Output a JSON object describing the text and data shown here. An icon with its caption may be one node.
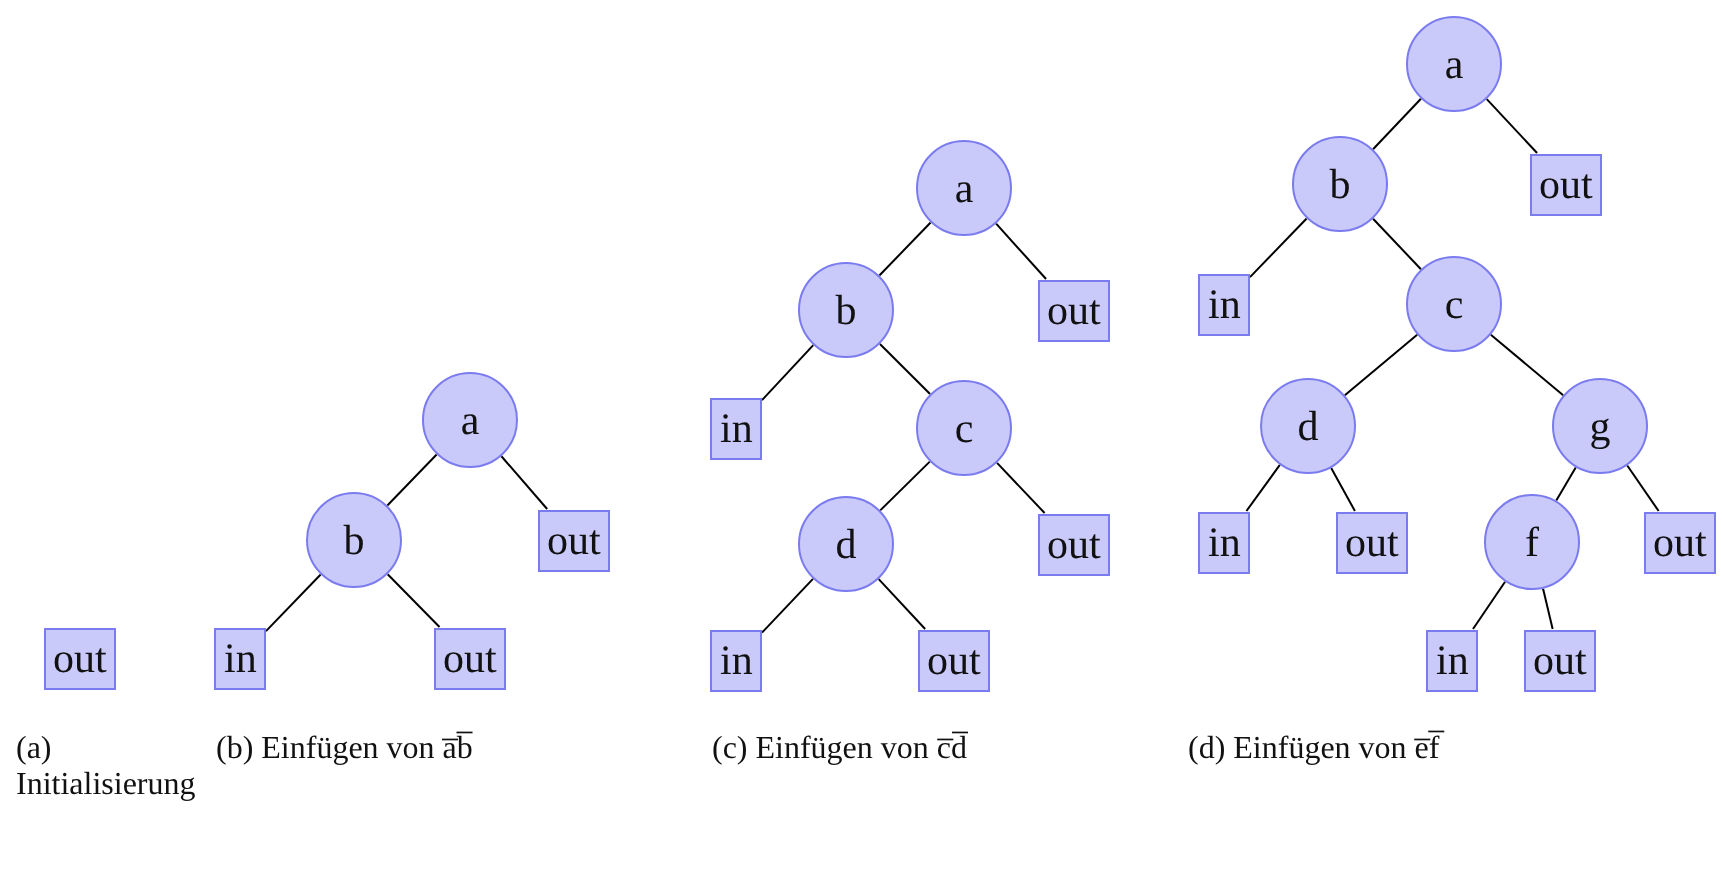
{
  "diagram": {
    "nodes": [
      {
        "text": [
          "out"
        ]
      },
      {
        "text": [
          "a"
        ]
      },
      {
        "text": [
          "b"
        ]
      },
      {
        "text": [
          "out"
        ]
      },
      {
        "text": [
          "in"
        ]
      },
      {
        "text": [
          "out"
        ]
      },
      {
        "text": [
          "a"
        ]
      },
      {
        "text": [
          "b"
        ]
      },
      {
        "text": [
          "out"
        ]
      },
      {
        "text": [
          "in"
        ]
      },
      {
        "text": [
          "c"
        ]
      },
      {
        "text": [
          "d"
        ]
      },
      {
        "text": [
          "out"
        ]
      },
      {
        "text": [
          "in"
        ]
      },
      {
        "text": [
          "out"
        ]
      },
      {
        "text": [
          "a"
        ]
      },
      {
        "text": [
          "b"
        ]
      },
      {
        "text": [
          "out"
        ]
      },
      {
        "text": [
          "in"
        ]
      },
      {
        "text": [
          "c"
        ]
      },
      {
        "text": [
          "d"
        ]
      },
      {
        "text": [
          "g"
        ]
      },
      {
        "text": [
          "in"
        ]
      },
      {
        "text": [
          "out"
        ]
      },
      {
        "text": [
          "f"
        ]
      },
      {
        "text": [
          "out"
        ]
      },
      {
        "text": [
          "in"
        ]
      },
      {
        "text": [
          "out"
        ]
      }
    ],
    "edges": [
      {
        "from": 1,
        "to": 2,
        "arrow": "none"
      },
      {
        "from": 1,
        "to": 3,
        "arrow": "none"
      },
      {
        "from": 2,
        "to": 4,
        "arrow": "none"
      },
      {
        "from": 2,
        "to": 5,
        "arrow": "none"
      },
      {
        "from": 6,
        "to": 7,
        "arrow": "none"
      },
      {
        "from": 6,
        "to": 8,
        "arrow": "none"
      },
      {
        "from": 7,
        "to": 9,
        "arrow": "none"
      },
      {
        "from": 7,
        "to": 10,
        "arrow": "none"
      },
      {
        "from": 10,
        "to": 11,
        "arrow": "none"
      },
      {
        "from": 10,
        "to": 12,
        "arrow": "none"
      },
      {
        "from": 11,
        "to": 13,
        "arrow": "none"
      },
      {
        "from": 11,
        "to": 14,
        "arrow": "none"
      },
      {
        "from": 15,
        "to": 16,
        "arrow": "none"
      },
      {
        "from": 15,
        "to": 17,
        "arrow": "none"
      },
      {
        "from": 16,
        "to": 18,
        "arrow": "none"
      },
      {
        "from": 16,
        "to": 19,
        "arrow": "none"
      },
      {
        "from": 19,
        "to": 20,
        "arrow": "none"
      },
      {
        "from": 19,
        "to": 21,
        "arrow": "none"
      },
      {
        "from": 20,
        "to": 22,
        "arrow": "none"
      },
      {
        "from": 20,
        "to": 23,
        "arrow": "none"
      },
      {
        "from": 21,
        "to": 24,
        "arrow": "none"
      },
      {
        "from": 21,
        "to": 25,
        "arrow": "none"
      },
      {
        "from": 24,
        "to": 26,
        "arrow": "none"
      },
      {
        "from": 24,
        "to": 27,
        "arrow": "none"
      }
    ],
    "labels": [
      "(a) Initialisierung",
      "(b) Einfügen von a̅b̅",
      "(c) Einfügen von c̅d̅",
      "(d) Einfügen von e̅f̅"
    ]
  }
}
